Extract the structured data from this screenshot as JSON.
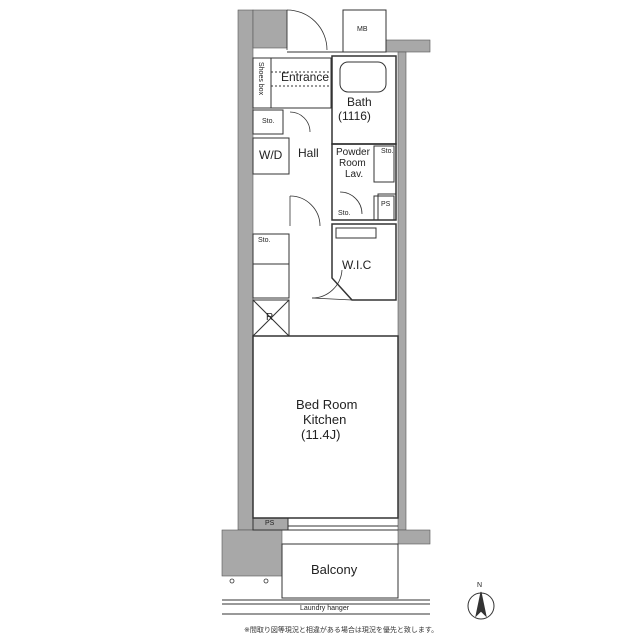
{
  "rooms": {
    "mb": "MB",
    "entrance": "Entrance",
    "shoes_box": "Shoes box",
    "bath": "Bath",
    "bath_size": "(1116)",
    "sto1": "Sto.",
    "wd": "W/D",
    "hall": "Hall",
    "powder": "Powder",
    "room": "Room",
    "lav": "Lav.",
    "sto2": "Sto.",
    "sto3": "Sto.",
    "ps1": "PS",
    "sto4": "Sto.",
    "wic": "W.I.C",
    "r": "R",
    "bedroom": "Bed Room",
    "kitchen": "Kitchen",
    "size": "(11.4J)",
    "ps2": "PS",
    "balcony": "Balcony",
    "laundry": "Laundry hanger"
  },
  "compass": {
    "label": "N"
  },
  "footnote": "※間取り図等現況と相違がある場合は現況を優先と致します。",
  "colors": {
    "wall": "#a8a8a8",
    "wall_dark": "#8f8f8f",
    "line": "#333333",
    "fixture": "#555555"
  }
}
